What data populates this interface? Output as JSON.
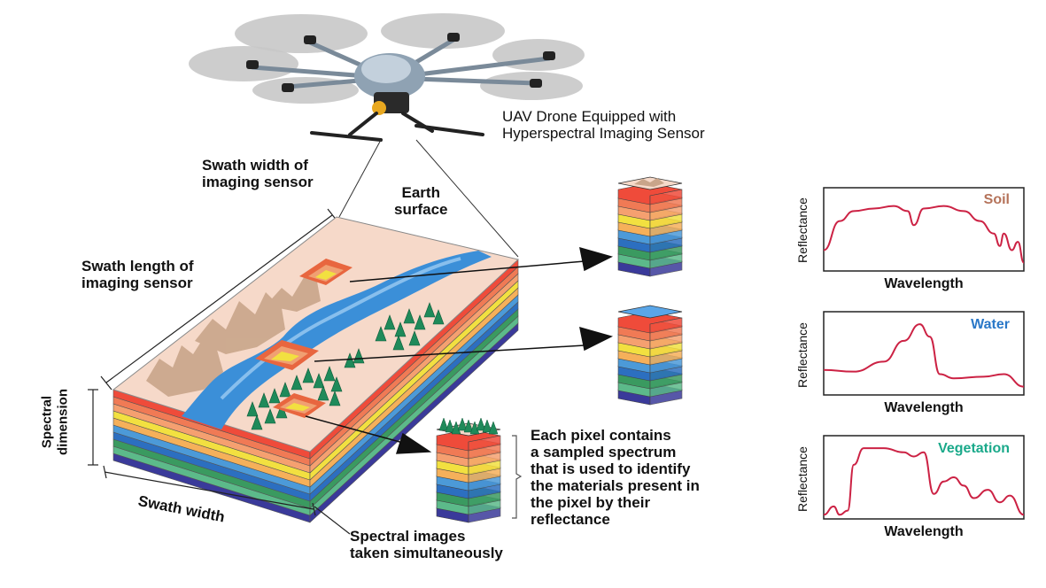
{
  "labels": {
    "drone": [
      "UAV Drone Equipped with",
      "Hyperspectral Imaging Sensor"
    ],
    "swath_width_sensor": [
      "Swath width of",
      "imaging sensor"
    ],
    "earth_surface": [
      "Earth",
      "surface"
    ],
    "swath_length": [
      "Swath length of",
      "imaging sensor"
    ],
    "spectral_dimension": [
      "Spectral",
      "dimension"
    ],
    "swath_width": "Swath width",
    "spectral_images": [
      "Spectral  images",
      "taken simultaneously"
    ],
    "pixel_note": [
      "Each pixel contains",
      "a sampled spectrum",
      "that is used to identify",
      "the materials present in",
      "the pixel by their",
      "reflectance"
    ]
  },
  "colors": {
    "soil": "#b5735a",
    "water": "#2a78c8",
    "vegetation": "#1aa98a",
    "curve": "#cc2244",
    "layers": [
      "#ef4b3a",
      "#f07a55",
      "#f5a070",
      "#f2e040",
      "#f5b05a",
      "#4c9ad8",
      "#2c6fc0",
      "#3a9a60",
      "#5cba8a",
      "#3a3a9a"
    ]
  },
  "chart_data": [
    {
      "type": "line",
      "series": [
        {
          "name": "Soil",
          "x": [
            0,
            0.08,
            0.15,
            0.25,
            0.35,
            0.42,
            0.45,
            0.5,
            0.6,
            0.7,
            0.78,
            0.85,
            0.88,
            0.9,
            0.94,
            0.97,
            1.0
          ],
          "values": [
            0.25,
            0.6,
            0.72,
            0.75,
            0.78,
            0.72,
            0.55,
            0.75,
            0.78,
            0.72,
            0.6,
            0.45,
            0.3,
            0.45,
            0.25,
            0.35,
            0.1
          ]
        }
      ],
      "xlabel": "Wavelength",
      "ylabel": "Reflectance"
    },
    {
      "type": "line",
      "series": [
        {
          "name": "Water",
          "x": [
            0,
            0.15,
            0.3,
            0.4,
            0.48,
            0.53,
            0.58,
            0.65,
            0.8,
            0.9,
            1.0
          ],
          "values": [
            0.3,
            0.28,
            0.4,
            0.65,
            0.85,
            0.7,
            0.25,
            0.2,
            0.22,
            0.25,
            0.1
          ]
        }
      ],
      "xlabel": "Wavelength",
      "ylabel": "Reflectance"
    },
    {
      "type": "line",
      "series": [
        {
          "name": "Vegetation",
          "x": [
            0,
            0.05,
            0.08,
            0.12,
            0.15,
            0.2,
            0.3,
            0.4,
            0.45,
            0.5,
            0.55,
            0.6,
            0.65,
            0.7,
            0.75,
            0.82,
            0.88,
            0.93,
            1.0
          ],
          "values": [
            0.05,
            0.15,
            0.05,
            0.1,
            0.65,
            0.85,
            0.85,
            0.8,
            0.75,
            0.8,
            0.3,
            0.45,
            0.5,
            0.4,
            0.25,
            0.35,
            0.2,
            0.28,
            0.05
          ]
        }
      ],
      "xlabel": "Wavelength",
      "ylabel": "Reflectance"
    }
  ]
}
